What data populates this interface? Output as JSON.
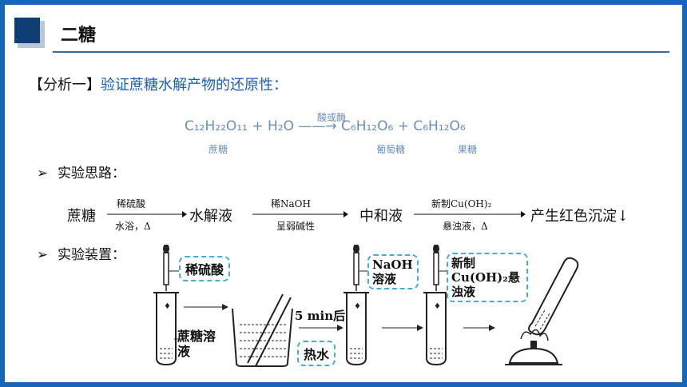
{
  "title": "二糖",
  "heading": {
    "prefix": "【分析一】",
    "text": "验证蔗糖水解产物的还原性："
  },
  "equation": {
    "formula": "C₁₂H₂₂O₁₁ + H₂O ——→ C₆H₁₂O₆ + C₆H₁₂O₆",
    "condition": "酸或酶",
    "label_sucrose": "蔗糖",
    "label_glucose": "葡萄糖",
    "label_fructose": "果糖"
  },
  "bullet_approach": "实验思路：",
  "flow": {
    "step1": "蔗糖",
    "cond1_top": "稀硫酸",
    "cond1_bottom": "水浴，Δ",
    "step2": "水解液",
    "cond2_top": "稀NaOH",
    "cond2_bottom": "呈弱碱性",
    "step3": "中和液",
    "cond3_top": "新制Cu(OH)₂",
    "cond3_bottom": "悬浊液，Δ",
    "step4": "产生红色沉淀↓"
  },
  "bullet_setup": "实验装置：",
  "apparatus": {
    "dilute_acid": "稀硫酸",
    "sucrose_solution": "蔗糖溶液",
    "time": "5 min后",
    "hot_water": "热水",
    "naoh": "NaOH溶液",
    "cuoh": "新制Cu(OH)₂悬浊液"
  }
}
